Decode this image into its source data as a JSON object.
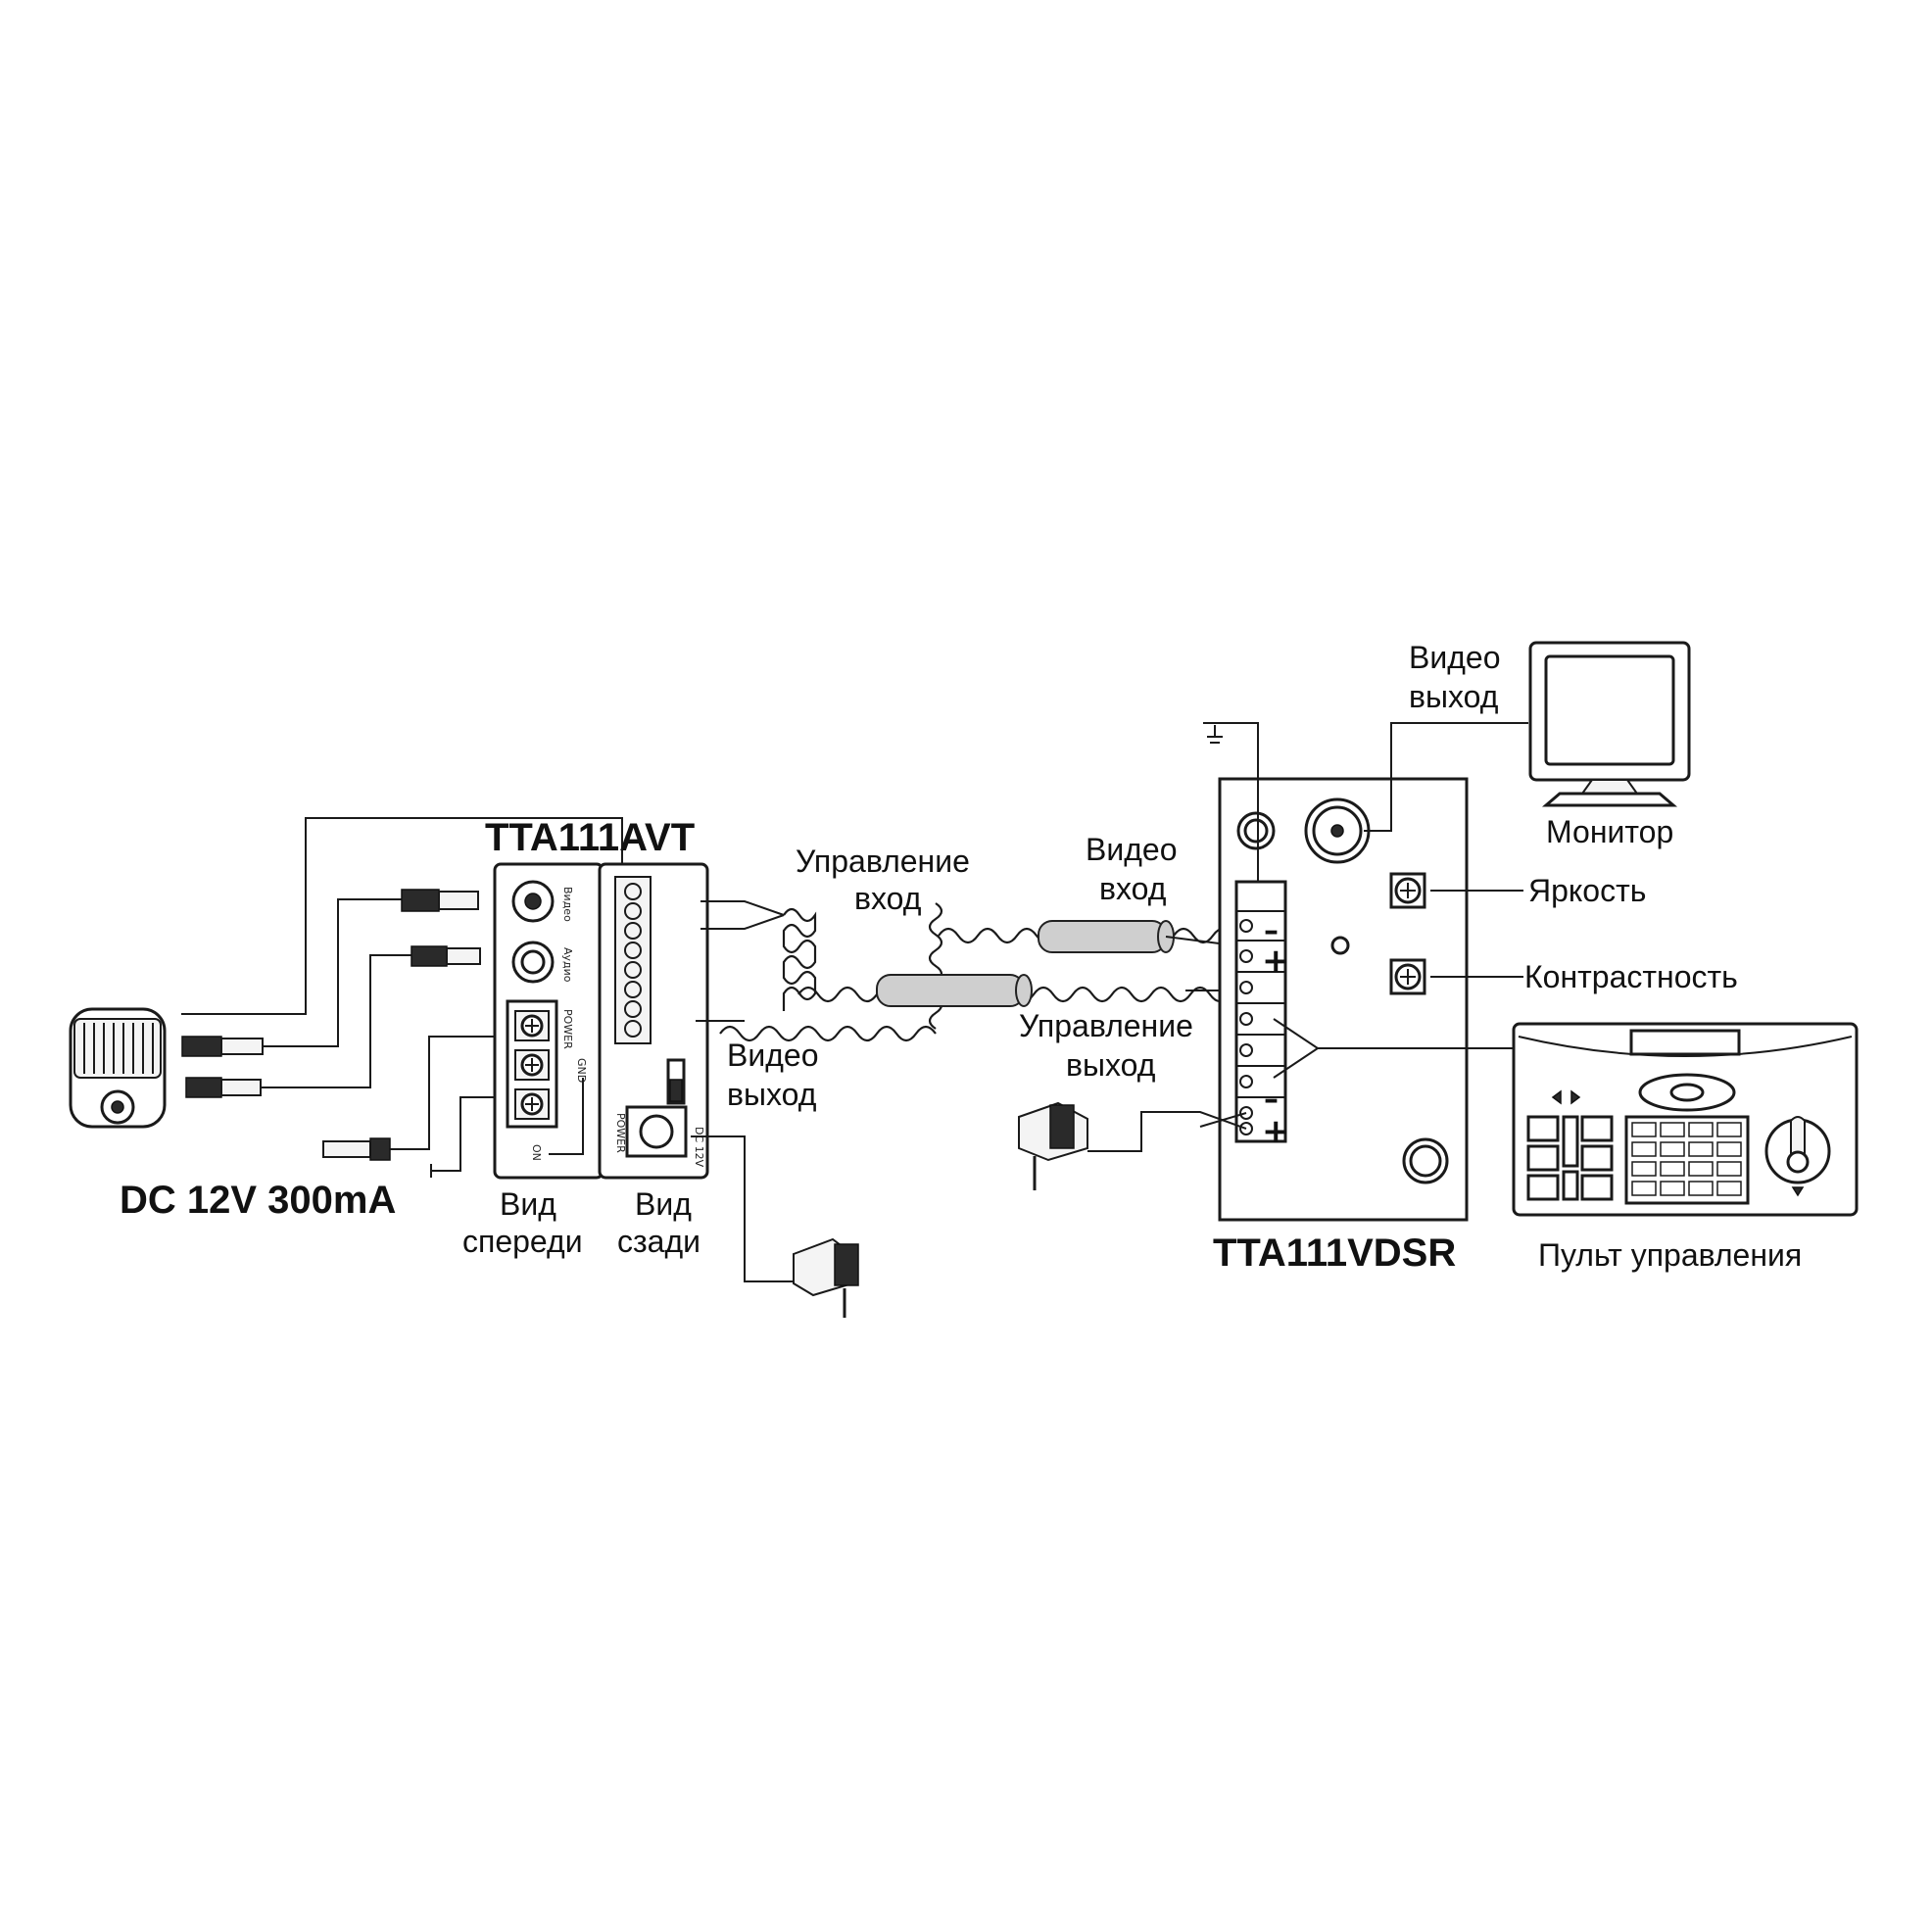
{
  "labels": {
    "transmitter_title": "TTA111AVT",
    "receiver_title": "TTA111VDSR",
    "power_spec": "DC 12V 300mA",
    "front_view": [
      "Вид",
      "спереди"
    ],
    "rear_view": [
      "Вид",
      "сзади"
    ],
    "control_input": [
      "Управление",
      "вход"
    ],
    "video_input": [
      "Видео",
      "вход"
    ],
    "control_output": [
      "Управление",
      "выход"
    ],
    "video_output_tx": [
      "Видео",
      "выход"
    ],
    "video_output_rx": [
      "Видео",
      "выход"
    ],
    "monitor": "Монитор",
    "brightness": "Яркость",
    "contrast": "Контрастность",
    "control_panel": "Пульт управления",
    "minus": "–",
    "plus": "+"
  },
  "transmitter_front_marks": {
    "video": "Видео",
    "audio": "Аудио",
    "power": "POWER",
    "gnd": "GND",
    "on": "ON"
  },
  "transmitter_rear_marks": {
    "power": "POWER",
    "dc": "DC 12V"
  }
}
